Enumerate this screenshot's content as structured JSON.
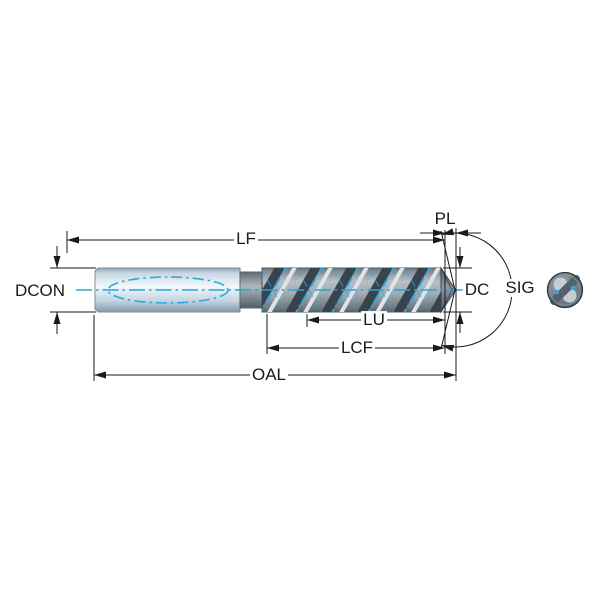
{
  "labels": {
    "lf": "LF",
    "pl": "PL",
    "dcon": "DCON",
    "dc": "DC",
    "sig": "SIG",
    "lu": "LU",
    "lcf": "LCF",
    "oal": "OAL"
  },
  "colors": {
    "coolant": "#29abe2",
    "centerline": "#2aa3db",
    "dimension": "#1a1a1a",
    "background": "#ffffff"
  }
}
